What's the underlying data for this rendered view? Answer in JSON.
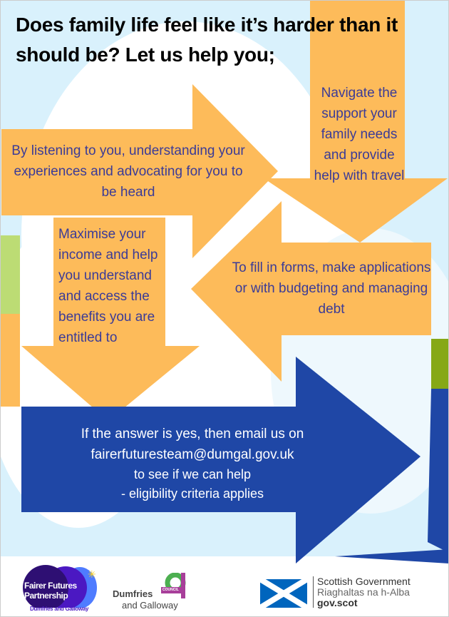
{
  "title": "Does family life feel like it’s harder than it should be? Let us help you;",
  "arrows": {
    "listening": "By listening to you, understanding your experiences and advocating for you to be heard",
    "navigate": "Navigate the support your family needs and provide help with travel",
    "income": "Maximise your income and help you understand and access the benefits you are entitled to",
    "forms": "To fill in forms, make applications or with budgeting and managing debt"
  },
  "cta": {
    "line1": "If the answer is yes, then email us on",
    "email": "fairerfuturesteam@dumgal.gov.uk",
    "line3": "to see if we can help",
    "line4": "- eligibility criteria applies"
  },
  "logos": {
    "ffp": {
      "line1": "Fairer Futures",
      "line2": "Partnership",
      "sub": "Dumfries and Galloway"
    },
    "council": {
      "line1": "Dumfries",
      "line2": "and Galloway",
      "badge": "COUNCIL"
    },
    "scotgov": {
      "line1": "Scottish Government",
      "line2": "Riaghaltas na h-Alba",
      "line3": "gov.scot"
    }
  },
  "colors": {
    "orange": "#fdbb5a",
    "blue": "#1f47a6",
    "sky": "#d9f1fc",
    "text": "#3b3b97"
  }
}
